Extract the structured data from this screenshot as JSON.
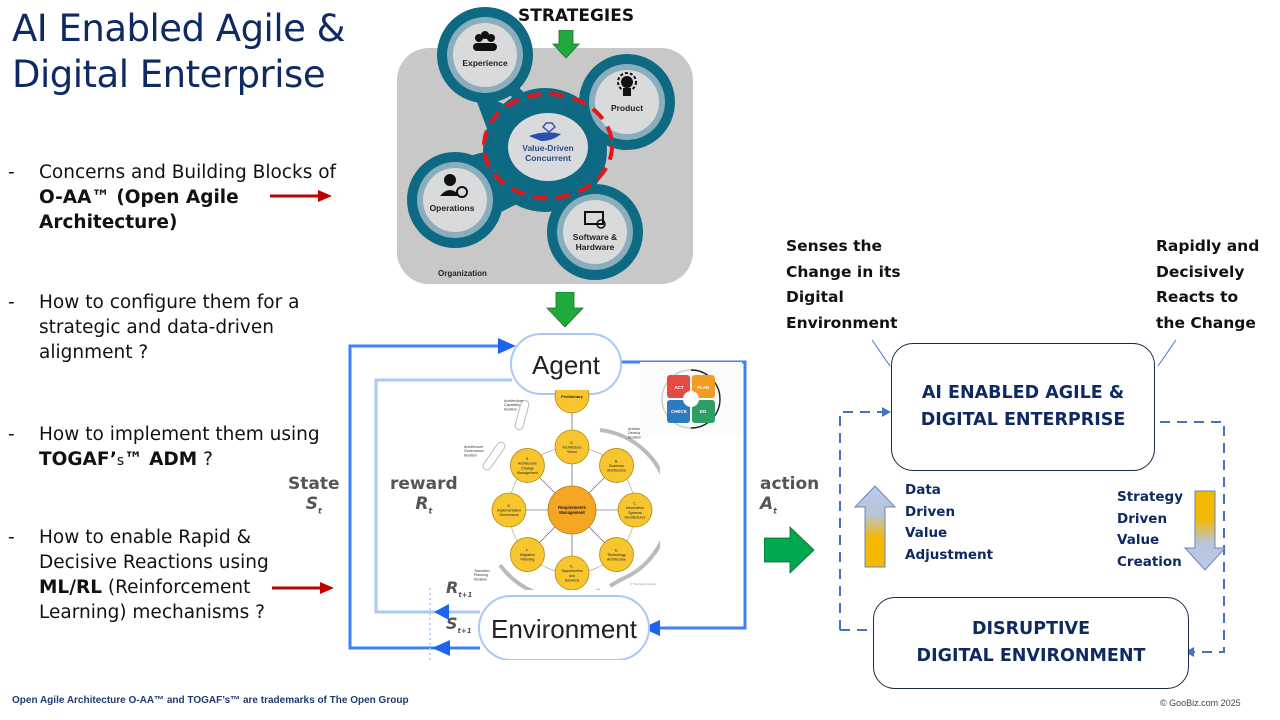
{
  "title": {
    "line1": "AI Enabled Agile &",
    "line2": "Digital Enterprise"
  },
  "bullets": [
    {
      "dash": "-",
      "parts": [
        "Concerns and Building Blocks of ",
        "O-AA™ (Open Agile Architecture)"
      ],
      "arrow": true
    },
    {
      "dash": "-",
      "parts": [
        "How to configure them for a strategic and data-driven alignment ?"
      ],
      "arrow": false
    },
    {
      "dash": "-",
      "parts": [
        "How to implement them using ",
        "TOGAF’",
        "s",
        "™ ADM",
        " ?"
      ],
      "arrow": false
    },
    {
      "dash": "-",
      "parts": [
        "How to enable Rapid & Decisive Reactions using ",
        "ML/RL",
        " (Reinforcement Learning) mechanisms ?"
      ],
      "arrow": true
    }
  ],
  "oaa_diagram": {
    "header": "STRATEGIES",
    "center": {
      "line1": "Value-Driven",
      "line2": "Concurrent",
      "icon": "hand-diamond-icon"
    },
    "nodes": [
      {
        "label": "Experience",
        "icon": "people-group-icon"
      },
      {
        "label": "Product",
        "icon": "lightbulb-gear-icon"
      },
      {
        "label": "Operations",
        "icon": "person-gear-icon"
      },
      {
        "label": "Software &",
        "label2": "Hardware",
        "icon": "monitor-gear-icon"
      }
    ],
    "container_label": "Organization",
    "colors": {
      "teal": "#0e6a82",
      "ring": "#8aaebb",
      "inner": "#d9dadc",
      "bg": "#c8c8c8",
      "dash": "#e8141c"
    }
  },
  "rl_loop": {
    "agent": "Agent",
    "environment": "Environment",
    "state": "State",
    "state_sym": "S",
    "state_sub": "t",
    "reward": "reward",
    "reward_sym": "R",
    "reward_sub": "t",
    "action": "action",
    "action_sym": "A",
    "action_sub": "t",
    "r_next": "R",
    "r_next_sub": "t+1",
    "s_next": "S",
    "s_next_sub": "t+1",
    "colors": {
      "loop": "#3b82f6",
      "loop_light": "#a8c8f8"
    }
  },
  "togaf_adm": {
    "center": [
      "Requirements",
      "Management"
    ],
    "phases": [
      {
        "id": "pre",
        "lines": [
          "Preliminary"
        ]
      },
      {
        "id": "a",
        "lines": [
          "A.",
          "Architecture",
          "Vision"
        ]
      },
      {
        "id": "b",
        "lines": [
          "B.",
          "Business",
          "Architecture"
        ]
      },
      {
        "id": "c",
        "lines": [
          "C.",
          "Information",
          "Systems",
          "Architectures"
        ]
      },
      {
        "id": "d",
        "lines": [
          "D.",
          "Technology",
          "Architecture"
        ]
      },
      {
        "id": "e",
        "lines": [
          "E.",
          "Opportunities",
          "and",
          "Solutions"
        ]
      },
      {
        "id": "f",
        "lines": [
          "F.",
          "Migration",
          "Planning"
        ]
      },
      {
        "id": "g",
        "lines": [
          "G.",
          "Implementation",
          "Governance"
        ]
      },
      {
        "id": "h",
        "lines": [
          "H.",
          "Architecture",
          "Change",
          "Management"
        ]
      }
    ],
    "iterations": [
      [
        "Architecture",
        "Capability",
        "Iteration"
      ],
      [
        "Architecture",
        "Governance",
        "Iteration"
      ],
      [
        "Architecture",
        "Development",
        "Iteration"
      ],
      [
        "Transition",
        "Planning",
        "Iteration"
      ]
    ],
    "credit": "© The Open Group"
  },
  "pdca": {
    "act": "ACT",
    "plan": "PLAN",
    "check": "CHECK",
    "do": "DO",
    "colors": {
      "act": "#e64a45",
      "plan": "#f39c1f",
      "check": "#2a7bbf",
      "do": "#2f9e64"
    }
  },
  "enterprise_diagram": {
    "callout_left": [
      "Senses the",
      "Change in its",
      "Digital",
      "Environment"
    ],
    "callout_right": [
      "Rapidly and",
      "Decisively",
      "Reacts to",
      "the Change"
    ],
    "top_box": [
      "AI ENABLED AGILE &",
      "DIGITAL ENTERPRISE"
    ],
    "bottom_box": [
      "DISRUPTIVE",
      "DIGITAL ENVIRONMENT"
    ],
    "up_label": [
      "Data",
      "Driven",
      "Value",
      "Adjustment"
    ],
    "down_label": [
      "Strategy",
      "Driven",
      "Value",
      "Creation"
    ]
  },
  "footer": "Open Agile Architecture O-AA™  and TOGAF’s™ are trademarks of The Open Group",
  "copyright": "© GooBiz.com 2025",
  "colors": {
    "title": "#0f2a63",
    "red_arrow": "#c00000",
    "green_arrow": "#00a84f",
    "gold": "#f5b800",
    "dash_blue": "#4472c4"
  }
}
